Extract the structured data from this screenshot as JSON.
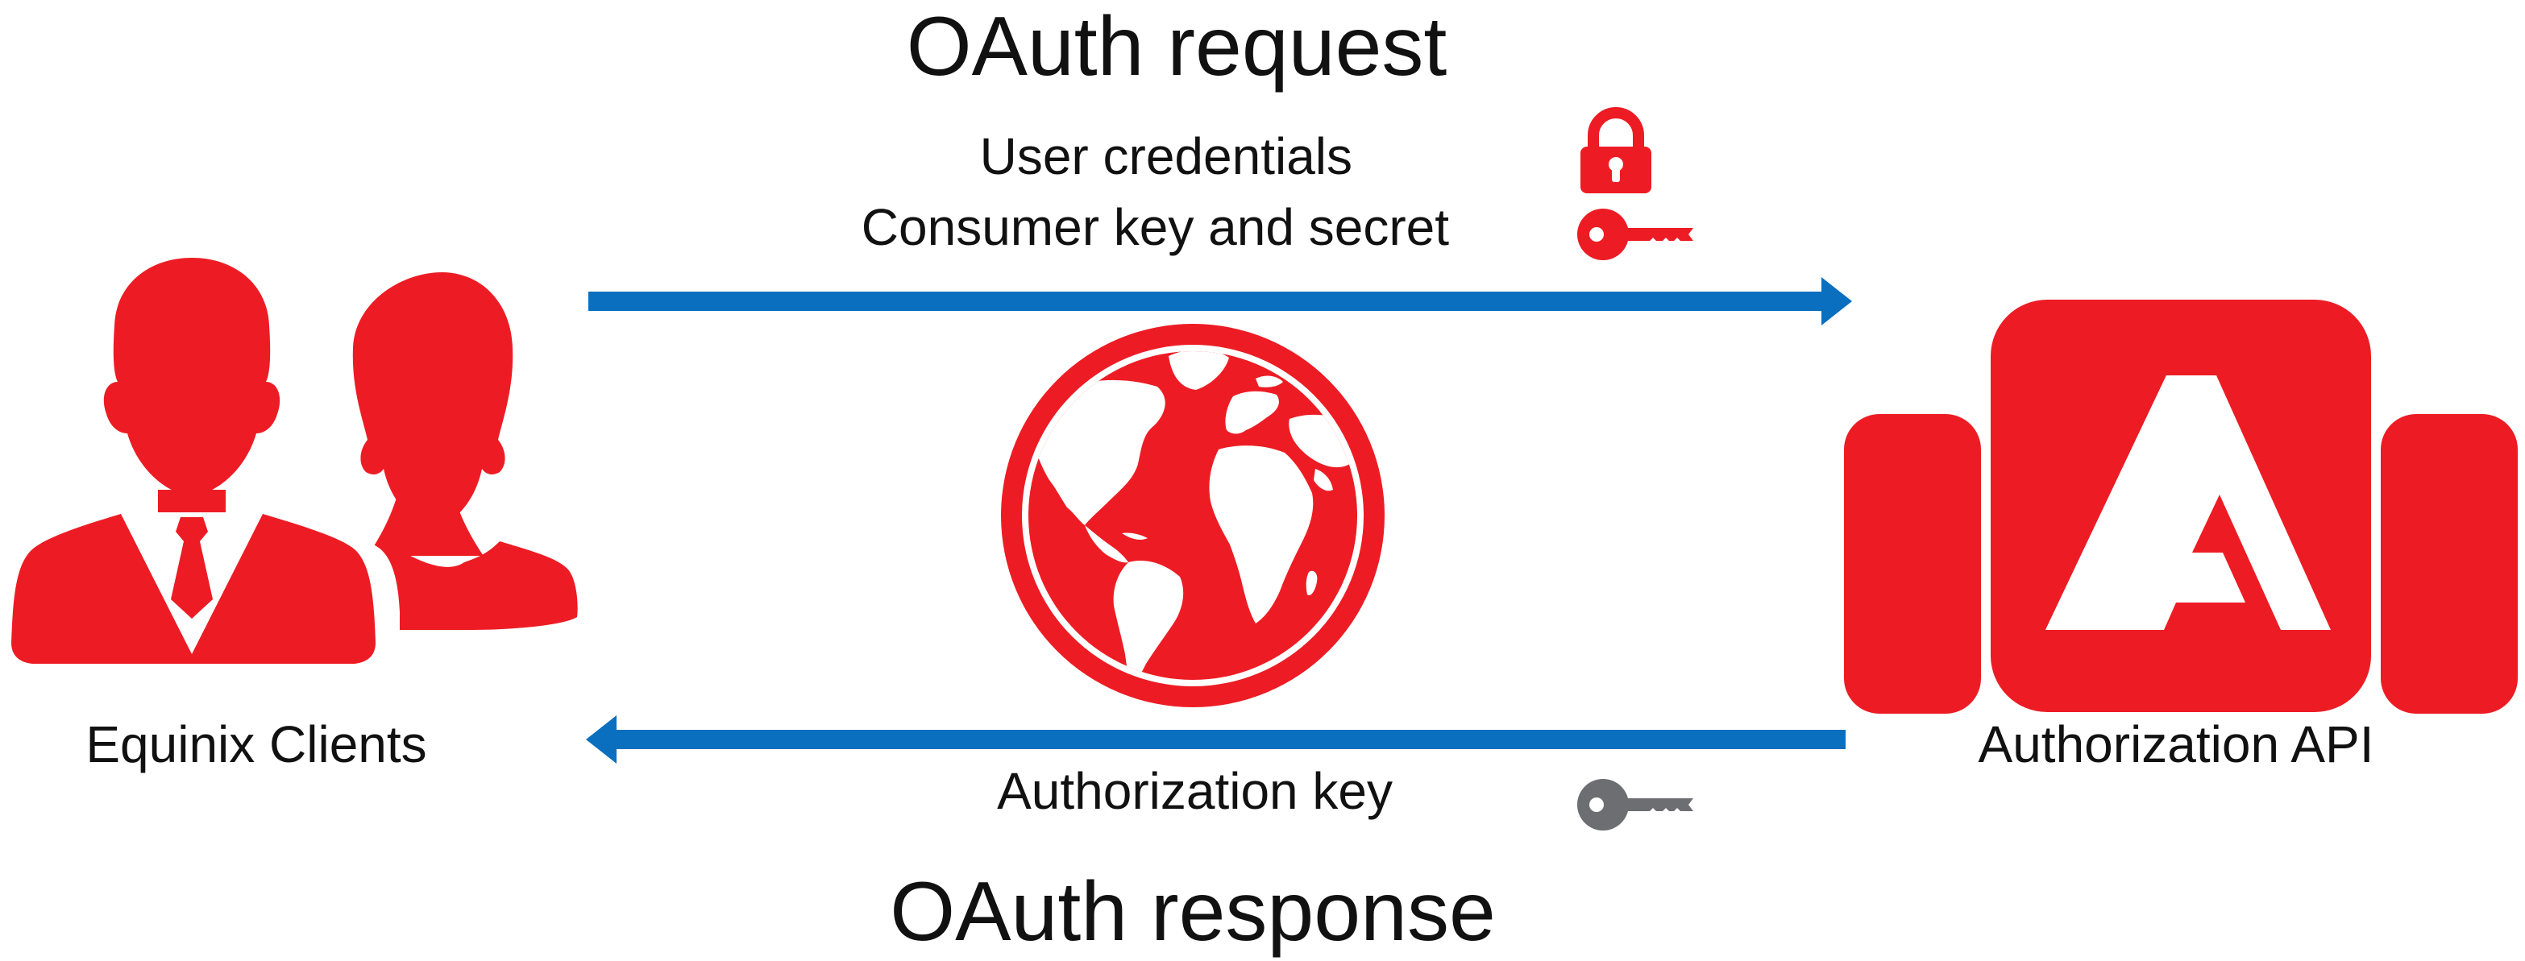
{
  "request": {
    "title": "OAuth request",
    "items": [
      "User credentials",
      "Consumer key and secret"
    ]
  },
  "response": {
    "title": "OAuth response",
    "item": "Authorization key"
  },
  "nodes": {
    "clients_label": "Equinix Clients",
    "api_label": "Authorization API"
  },
  "colors": {
    "brand_red": "#ed1c24",
    "arrow_blue": "#0a6fbf",
    "key_grey": "#6d6e71",
    "text": "#111111"
  },
  "icons": {
    "clients": "users-icon",
    "globe": "globe-icon",
    "api": "authorization-api-icon",
    "lock": "lock-icon",
    "request_key": "key-icon",
    "response_key": "key-icon"
  }
}
